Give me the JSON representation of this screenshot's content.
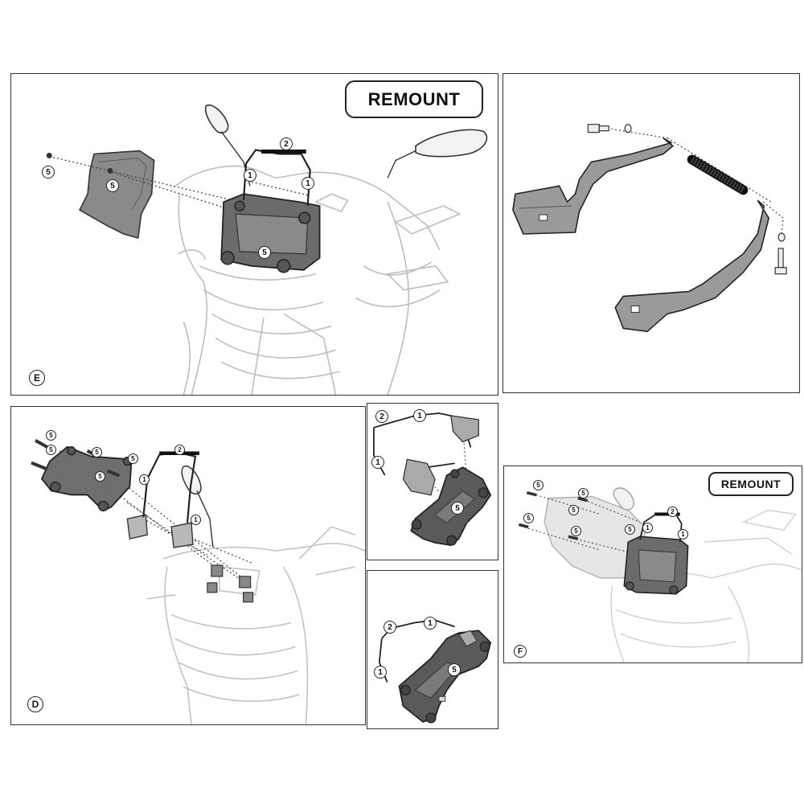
{
  "panels": {
    "E": {
      "step": "E",
      "badge": "REMOUNT",
      "callouts": [
        "5",
        "5",
        "2",
        "1",
        "1",
        "5"
      ]
    },
    "exploded": {},
    "D": {
      "step": "D",
      "callouts": [
        "5",
        "5",
        "5",
        "5",
        "5",
        "2",
        "1",
        "1"
      ]
    },
    "D1": {
      "callouts": [
        "2",
        "1",
        "1",
        "5"
      ]
    },
    "D2": {
      "callouts": [
        "2",
        "1",
        "1",
        "5"
      ]
    },
    "F": {
      "step": "F",
      "badge": "REMOUNT",
      "callouts": [
        "5",
        "5",
        "5",
        "5",
        "5",
        "5",
        "2",
        "1",
        "1"
      ]
    }
  },
  "colors": {
    "line": "#2b2b2b",
    "part_dark": "#6b6b6b",
    "part_mid": "#8a8a8a",
    "part_light": "#b3b3b3",
    "sketch": "#c8c8c8"
  }
}
